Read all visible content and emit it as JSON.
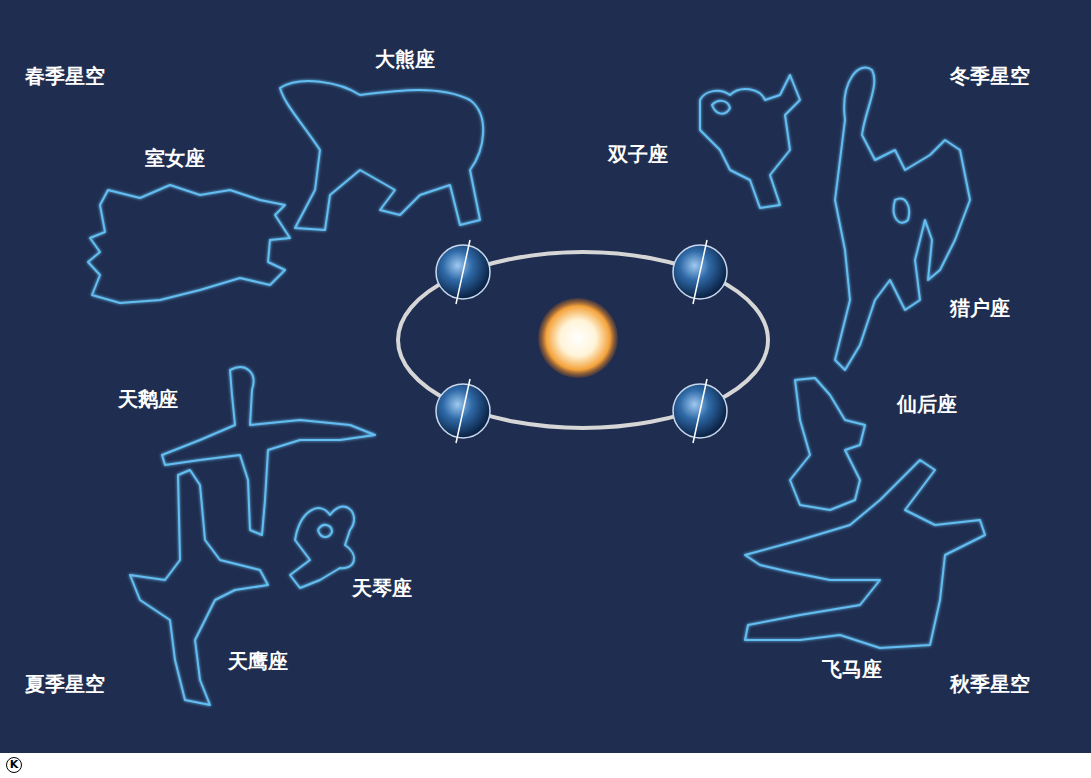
{
  "diagram": {
    "labels": [
      "春季星空",
      "大熊座",
      "室女座",
      "双子座",
      "冬季星空",
      "猎户座",
      "天鹅座",
      "仙后座",
      "天琴座",
      "天鹰座",
      "飞马座",
      "夏季星空",
      "秋季星空",
      "K"
    ]
  }
}
